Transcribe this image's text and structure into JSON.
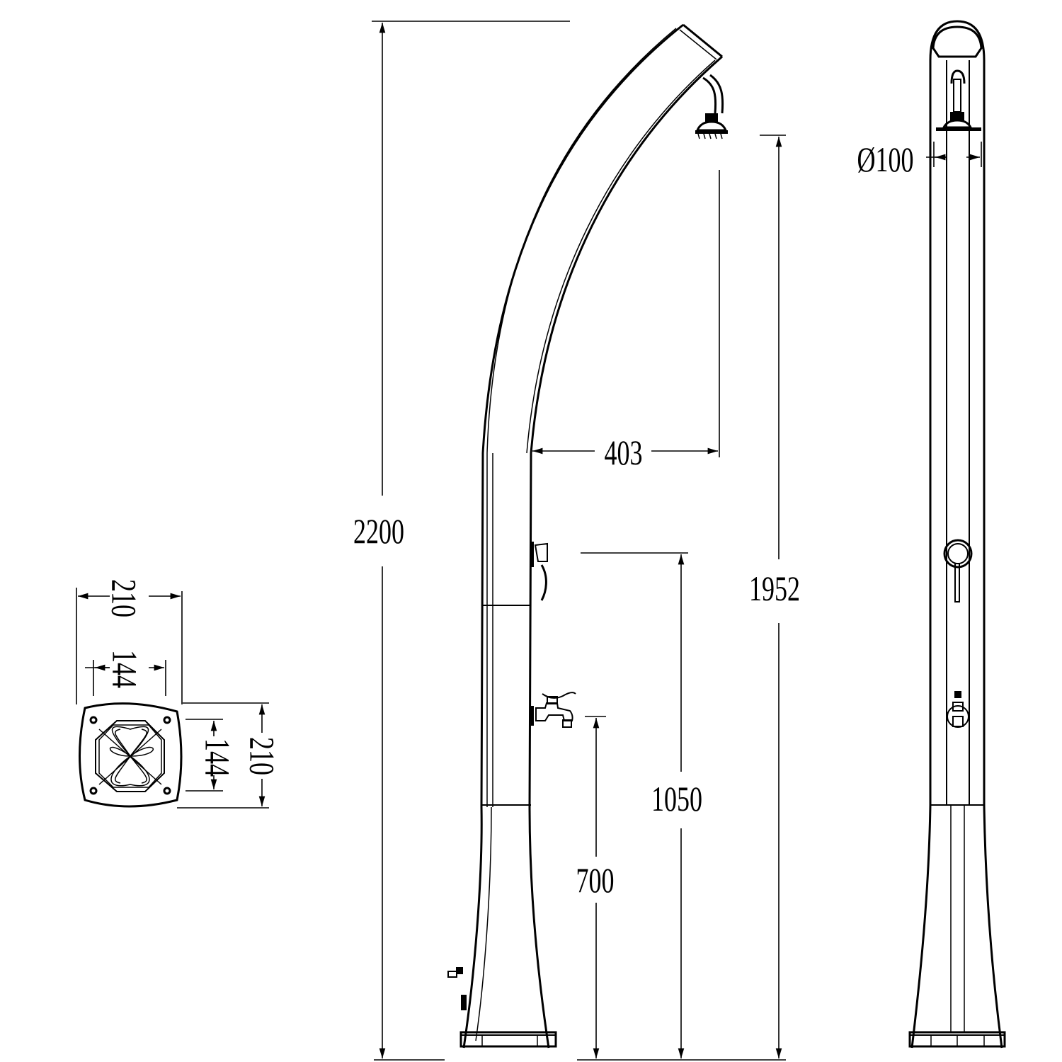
{
  "drawing": {
    "title": "Solar shower dimension drawing",
    "views": [
      "base-top-view",
      "side-view",
      "front-view"
    ],
    "dimensions": {
      "total_height": "2200",
      "shower_head_height": "1952",
      "mixer_height": "1050",
      "tap_height": "700",
      "head_reach": "403",
      "column_diameter": "Ø100",
      "base_width_outer": "210",
      "base_width_inner": "144",
      "base_depth_outer": "210",
      "base_depth_inner": "144"
    },
    "units": "mm",
    "colors": {
      "line": "#000000",
      "background": "#ffffff"
    }
  }
}
